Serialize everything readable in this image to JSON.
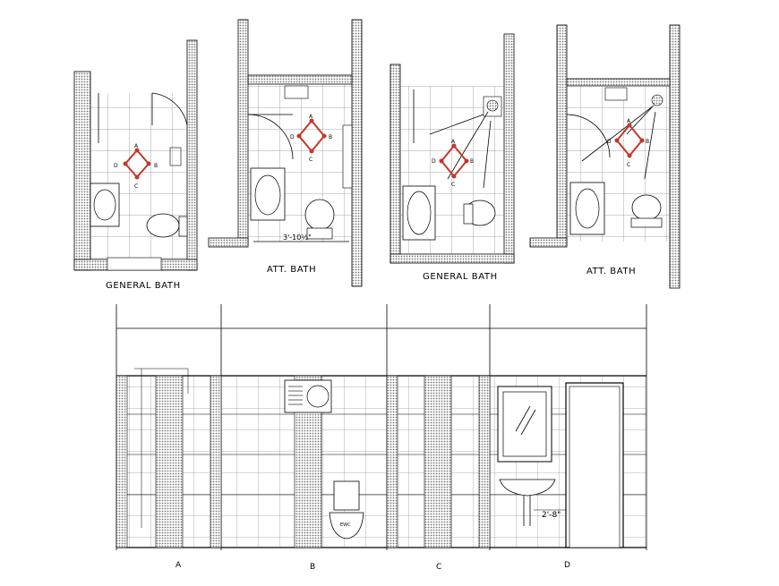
{
  "plans": [
    {
      "label": "GENERAL BATH"
    },
    {
      "label": "ATT. BATH",
      "dimension": "3'-10½\""
    },
    {
      "label": "GENERAL BATH"
    },
    {
      "label": "ATT. BATH"
    }
  ],
  "points": {
    "a": "A",
    "b": "B",
    "c": "C",
    "d": "D"
  },
  "elevations": [
    {
      "label": "A"
    },
    {
      "label": "B",
      "toilet_tag": "EWC"
    },
    {
      "label": "C"
    },
    {
      "label": "D",
      "dimension": "2'-8\""
    }
  ],
  "colors": {
    "line": "#000000",
    "hatch": "#777777",
    "marker": "#c0392b"
  }
}
